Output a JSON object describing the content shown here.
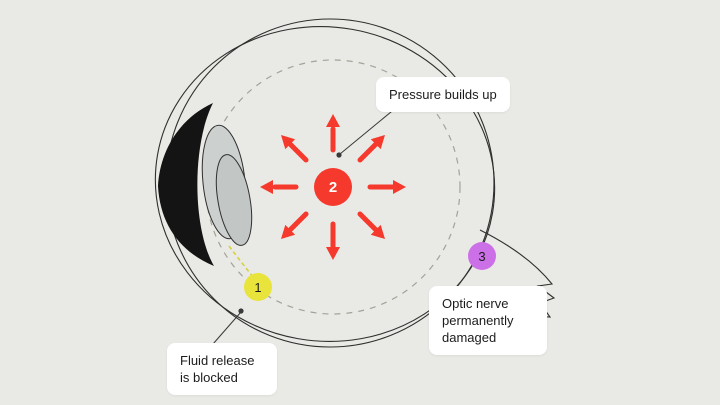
{
  "palette": {
    "bg": "#e9e9e5",
    "ink": "#1c1c1c",
    "outline_ink": "#2f2f2f",
    "callout_bg": "#ffffff",
    "pressure_red": "#f5392c",
    "fluid_yellow": "#e8e43c",
    "nerve_purple": "#cb70e6"
  },
  "steps": [
    {
      "number": "1",
      "label": "Fluid release is blocked"
    },
    {
      "number": "2",
      "label": "Pressure builds up"
    },
    {
      "number": "3",
      "label": "Optic nerve permanently damaged"
    }
  ]
}
